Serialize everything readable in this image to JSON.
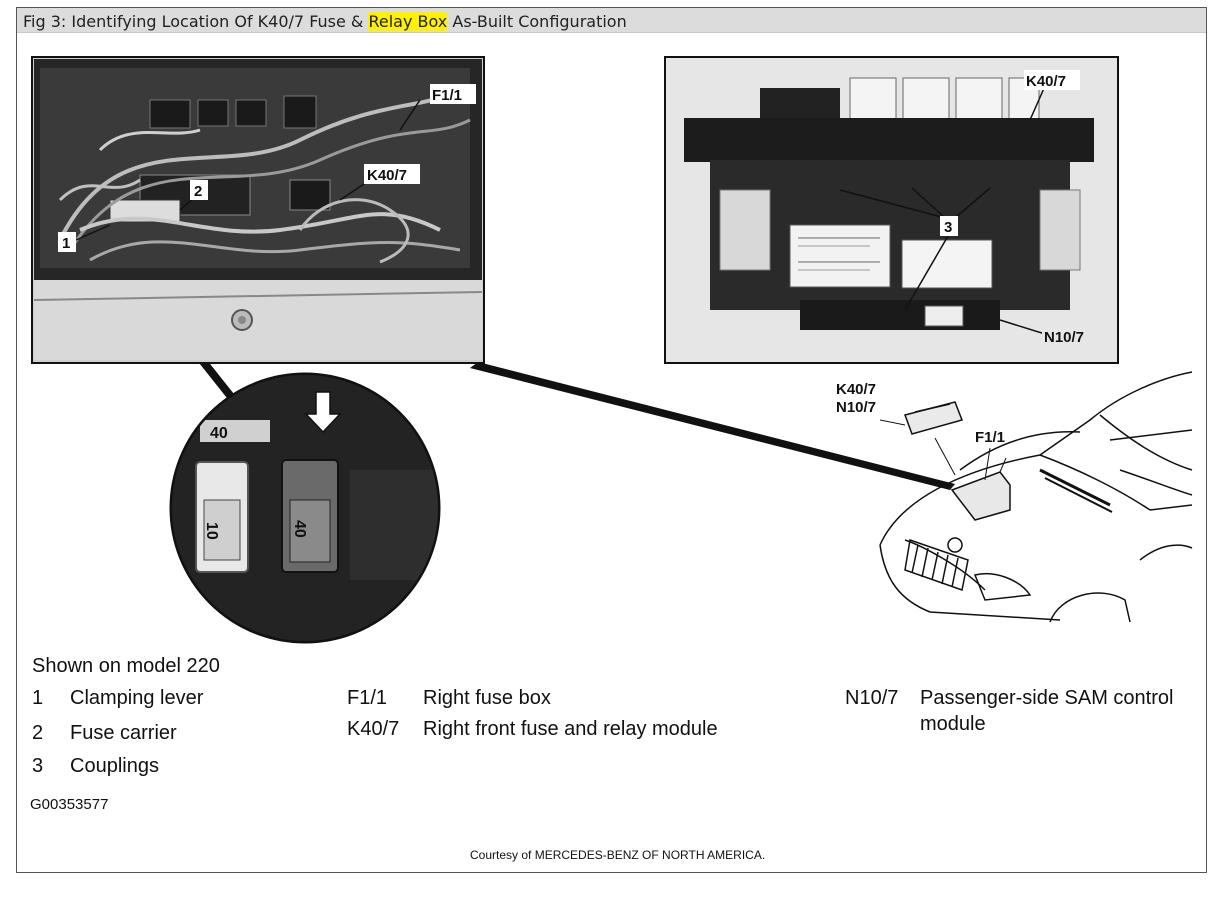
{
  "title": {
    "before": "Fig 3: Identifying Location Of K40/7 Fuse & ",
    "highlight": "Relay Box",
    "after": " As-Built Configuration"
  },
  "callouts": {
    "photo_f1_1": "F1/1",
    "photo_k40_7": "K40/7",
    "photo_1": "1",
    "photo_2": "2",
    "module_k40_7": "K40/7",
    "module_3": "3",
    "module_n10_7": "N10/7",
    "car_k40_7": "K40/7",
    "car_n10_7": "N10/7",
    "car_f1_1": "F1/1",
    "fuse_40_top": "40",
    "fuse_10": "10",
    "fuse_40": "40"
  },
  "legend": {
    "shown_on": "Shown on model 220",
    "items": [
      {
        "code": "1",
        "text": "Clamping lever"
      },
      {
        "code": "2",
        "text": "Fuse carrier"
      },
      {
        "code": "3",
        "text": "Couplings"
      }
    ],
    "items2": [
      {
        "code": "F1/1",
        "text": "Right fuse box"
      },
      {
        "code": "K40/7",
        "text": "Right front fuse and relay module"
      }
    ],
    "items3": [
      {
        "code": "N10/7",
        "text_line1": "Passenger-side SAM control",
        "text_line2": "module"
      }
    ],
    "figure_id": "G00353577"
  },
  "credit": "Courtesy of MERCEDES-BENZ OF NORTH AMERICA."
}
